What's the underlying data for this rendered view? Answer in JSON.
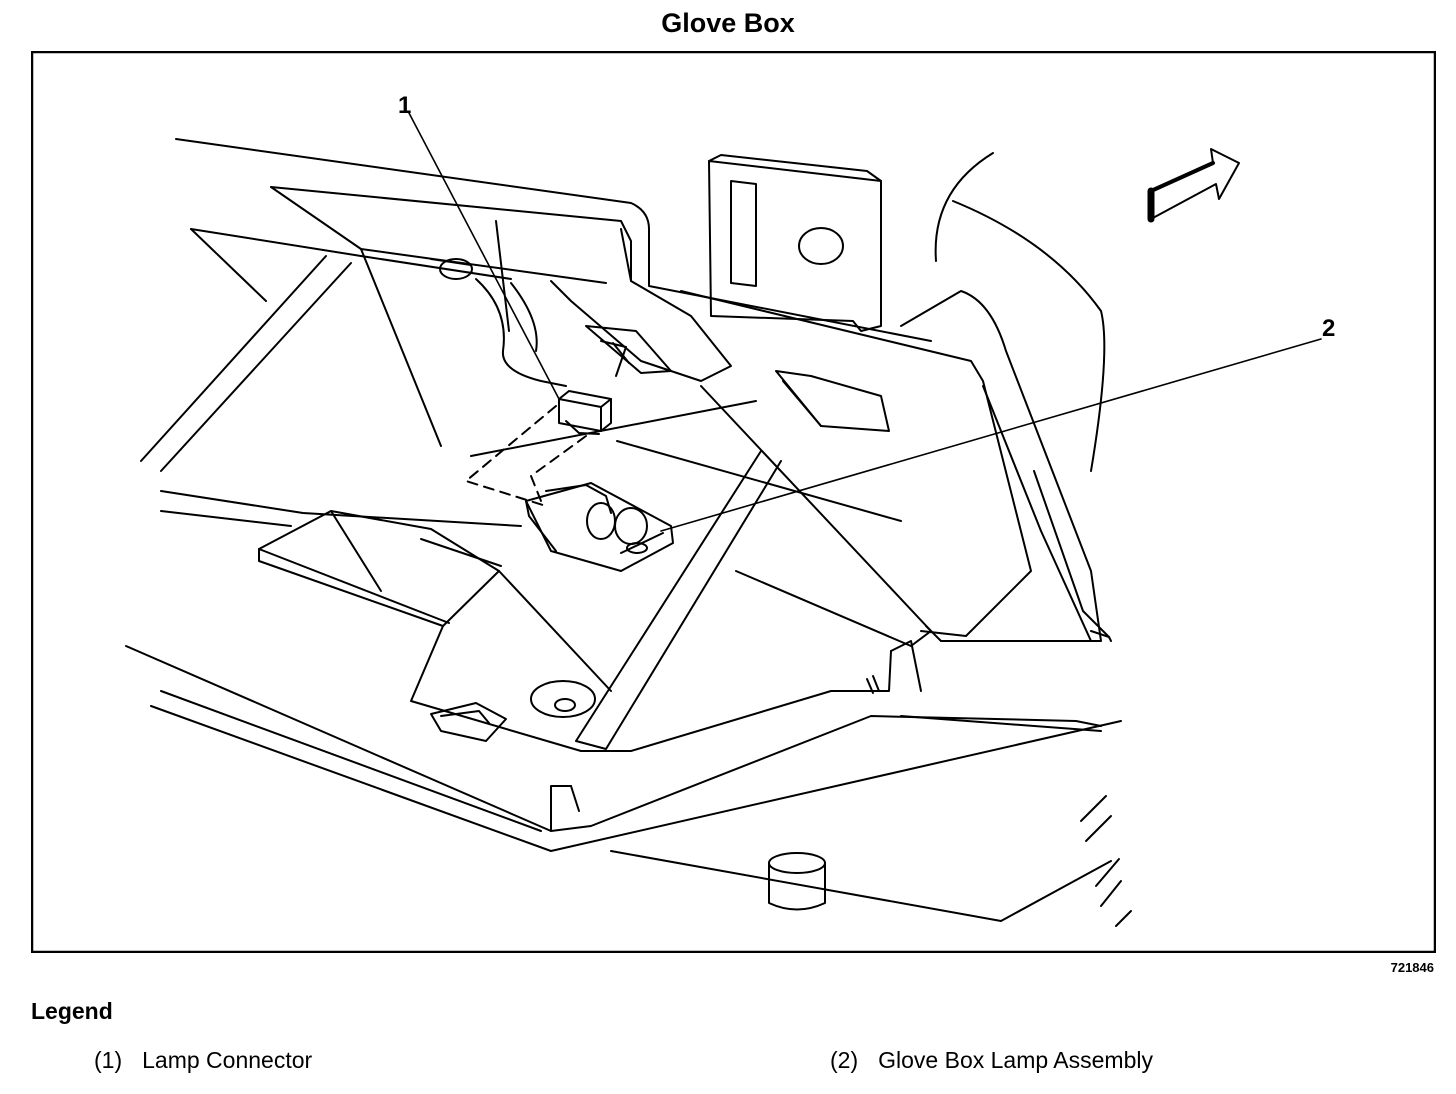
{
  "title": "Glove Box",
  "figure_id": "721846",
  "callouts": [
    {
      "number": "1"
    },
    {
      "number": "2"
    }
  ],
  "legend": {
    "heading": "Legend",
    "items": [
      {
        "number": "(1)",
        "label": "Lamp Connector"
      },
      {
        "number": "(2)",
        "label": "Glove Box Lamp Assembly"
      }
    ]
  },
  "colors": {
    "ink": "#000000",
    "paper": "#ffffff"
  }
}
